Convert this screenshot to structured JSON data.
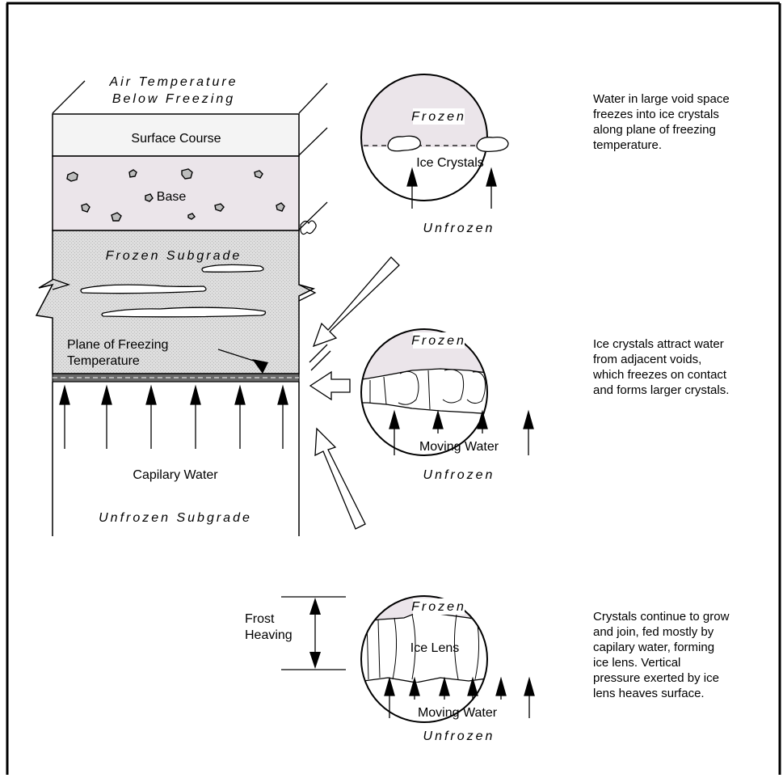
{
  "soil_column": {
    "air_line1": "Air Temperature",
    "air_line2": "Below Freezing",
    "surface_course": "Surface Course",
    "base": "Base",
    "frozen_subgrade": "Frozen Subgrade",
    "plane_line1": "Plane of Freezing",
    "plane_line2": "Temperature",
    "capillary_water": "Capilary Water",
    "unfrozen_subgrade": "Unfrozen Subgrade"
  },
  "stage1": {
    "frozen": "Frozen",
    "crystals": "Ice Crystals",
    "unfrozen": "Unfrozen",
    "description": [
      "Water in large void space",
      "freezes into ice crystals",
      "along plane of freezing",
      "temperature."
    ]
  },
  "stage2": {
    "frozen": "Frozen",
    "moving_water": "Moving Water",
    "unfrozen": "Unfrozen",
    "description": [
      "Ice crystals attract water",
      "from adjacent voids,",
      "which freezes on contact",
      "and forms larger crystals."
    ]
  },
  "stage3": {
    "frozen": "Frozen",
    "ice_lens": "Ice Lens",
    "moving_water": "Moving Water",
    "unfrozen": "Unfrozen",
    "frost_line1": "Frost",
    "frost_line2": "Heaving",
    "description": [
      "Crystals continue to grow",
      "and join, fed mostly by",
      "capilary water, forming",
      "ice lens.  Vertical",
      "pressure exerted by ice",
      "lens heaves surface."
    ]
  }
}
